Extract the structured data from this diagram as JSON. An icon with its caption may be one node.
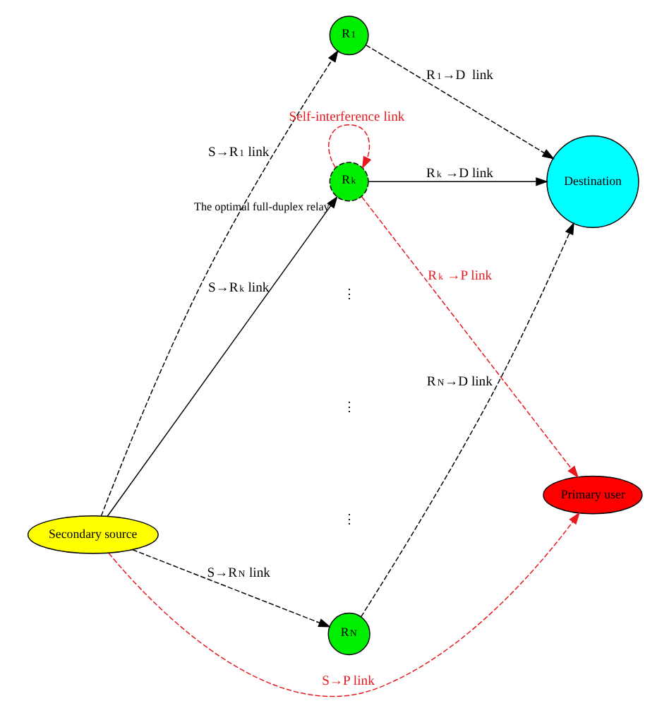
{
  "diagram": {
    "nodes": [
      {
        "text": [
          "Secondary source"
        ]
      },
      {
        "text": [
          "R$_{1}$"
        ]
      },
      {
        "text": [
          "R$_{k}$"
        ],
        "beside": [
          "The optimal full-duplex relay"
        ]
      },
      {
        "text": [
          "R$_{N}$"
        ]
      },
      {
        "text": [
          "Destination"
        ]
      },
      {
        "text": [
          "Primary user"
        ]
      }
    ],
    "edges": [
      {
        "from": 0,
        "to": 1,
        "arrow": "to",
        "style": "dashed",
        "label": "S→R$_{1}$ link"
      },
      {
        "from": 0,
        "to": 2,
        "arrow": "to",
        "label": "S→R$_{k}$ link"
      },
      {
        "from": 0,
        "to": 3,
        "arrow": "to",
        "style": "dashed",
        "label": "S→R$_{N}$ link"
      },
      {
        "from": 1,
        "to": 4,
        "arrow": "to",
        "style": "dashed",
        "label": "R$_{1}$→D  link"
      },
      {
        "from": 2,
        "to": 4,
        "arrow": "to",
        "label": "R$_{k}$ →D link"
      },
      {
        "from": 3,
        "to": 4,
        "arrow": "to",
        "style": "dashed",
        "label": "R$_{N}$→D link"
      },
      {
        "from": 2,
        "to": 2,
        "arrow": "to",
        "style": "dashed",
        "color": "#e8181e",
        "label": "Self-interference link"
      },
      {
        "from": 2,
        "to": 5,
        "arrow": "to",
        "style": "dashed",
        "color": "#e8181e",
        "label": "R$_{k}$ →P link"
      },
      {
        "from": 0,
        "to": 5,
        "arrow": "to",
        "style": "dashed",
        "color": "#e8181e",
        "label": "S→P link"
      }
    ],
    "labels": [
      "⋮",
      "⋮",
      "⋮"
    ]
  }
}
